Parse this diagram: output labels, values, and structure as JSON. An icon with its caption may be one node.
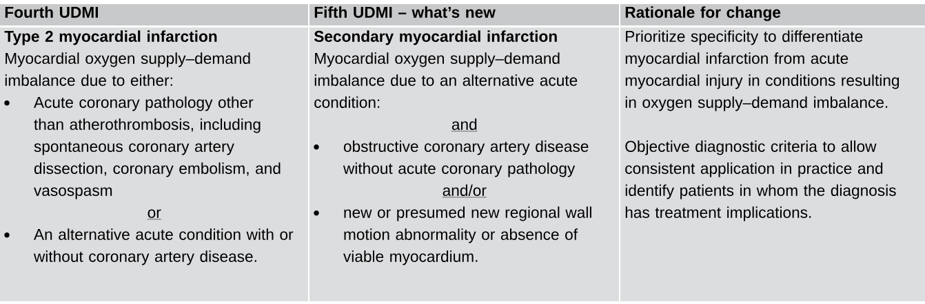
{
  "diagram": {
    "nodes": [
      {
        "text": [
          "Fourth UDMI"
        ]
      },
      {
        "text": [
          "Fifth UDMI – what’s new"
        ]
      },
      {
        "text": [
          "Rationale for change"
        ]
      },
      {
        "text": [
          "Type 2 myocardial infarction",
          "Myocardial oxygen supply–demand imbalance due to either:",
          "Acute coronary pathology other than atherothrombosis, including spontaneous coronary artery dissection, coronary embolism, and vasospasm",
          "or",
          "An alternative acute condition with or without coronary artery disease."
        ]
      },
      {
        "text": [
          "Secondary myocardial infarction",
          "Myocardial oxygen supply–demand imbalance due to an alternative acute condition:",
          "and",
          "obstructive coronary artery disease without acute coronary pathology",
          "and/or",
          "new or presumed new regional wall motion abnormality or absence of viable myocardium."
        ]
      },
      {
        "text": [
          "Prioritize specificity to differentiate myocardial infarction from acute myocardial injury in conditions resulting in oxygen supply–demand imbalance.",
          "Objective diagnostic criteria to allow consistent application in practice and identify patients in whom the diagnosis has treatment implications."
        ]
      }
    ]
  }
}
